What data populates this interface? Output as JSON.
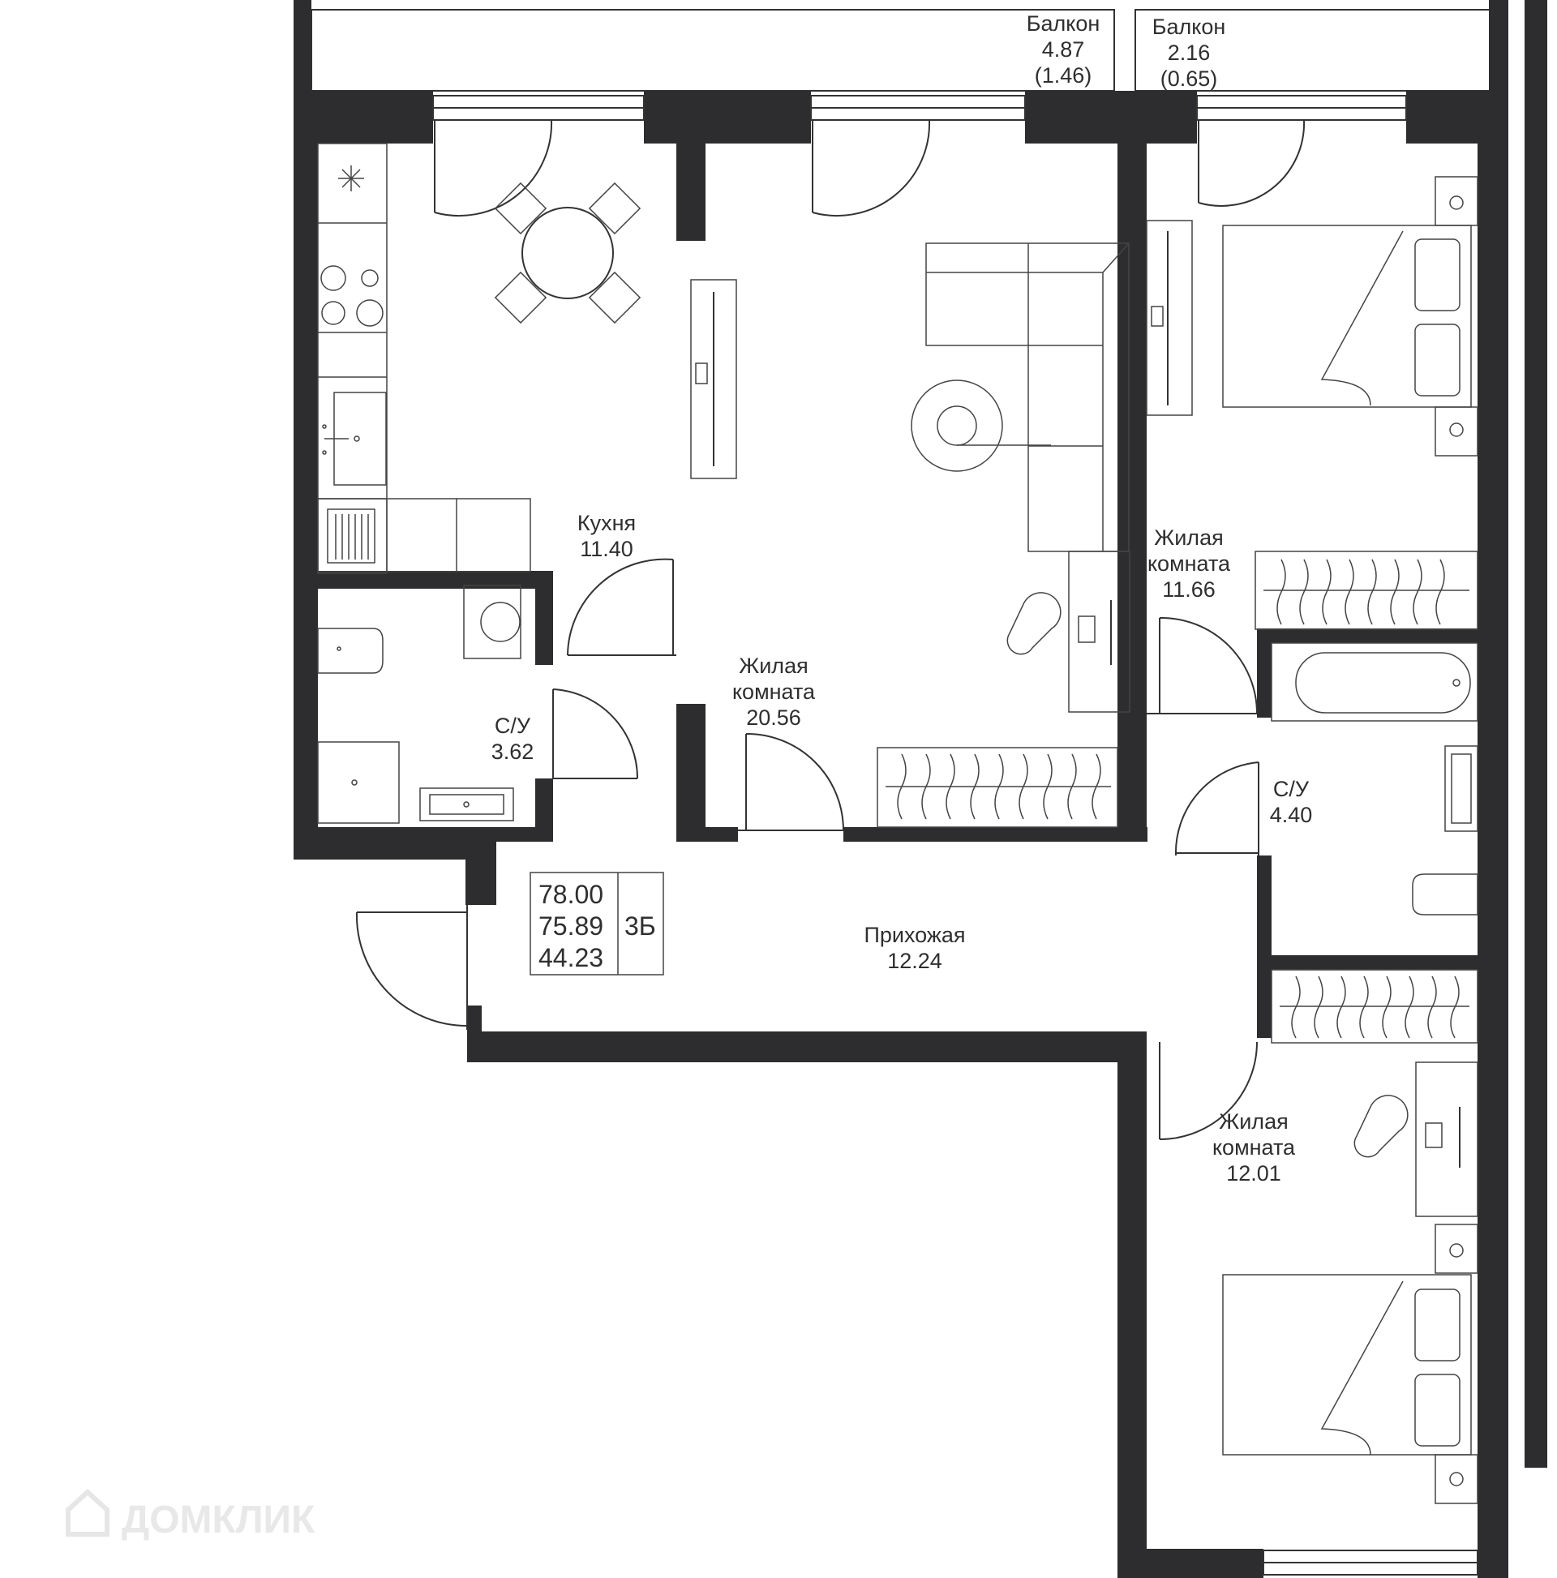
{
  "rooms": {
    "balcony_1": {
      "name": "Балкон",
      "area": "4.87",
      "reduced": "(1.46)"
    },
    "balcony_2": {
      "name": "Балкон",
      "area": "2.16",
      "reduced": "(0.65)"
    },
    "kitchen": {
      "name": "Кухня",
      "area": "11.40"
    },
    "living_main": {
      "name_1": "Жилая",
      "name_2": "комната",
      "area": "20.56"
    },
    "bedroom_top": {
      "name_1": "Жилая",
      "name_2": "комната",
      "area": "11.66"
    },
    "bedroom_bottom": {
      "name_1": "Жилая",
      "name_2": "комната",
      "area": "12.01"
    },
    "bath_left": {
      "name": "С/У",
      "area": "3.62"
    },
    "bath_right": {
      "name": "С/У",
      "area": "4.40"
    },
    "hallway": {
      "name": "Прихожая",
      "area": "12.24"
    }
  },
  "summary": {
    "total_area": "78.00",
    "total_without_balconies": "75.89",
    "living_area": "44.23",
    "apartment_type": "3Б"
  },
  "watermark": "ДОМКЛИК",
  "colors": {
    "wall": "#2d2d2f",
    "line": "#333333",
    "background": "#ffffff"
  }
}
